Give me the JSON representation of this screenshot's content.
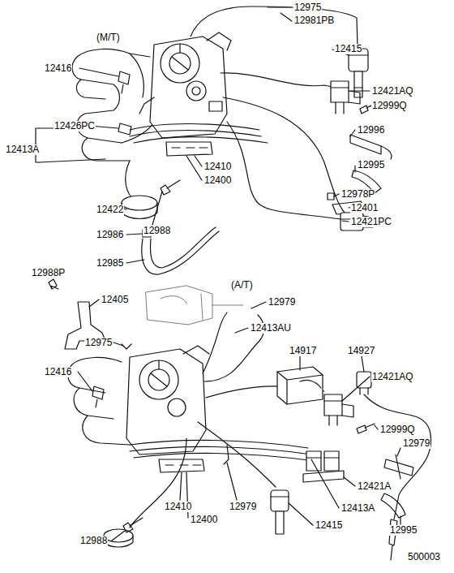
{
  "diagram": {
    "labels": [
      "12975",
      "12981PB",
      "(M/T)",
      "12415",
      "12416",
      "12421AQ",
      "12999Q",
      "12426PC",
      "12413A",
      "12996",
      "12995",
      "12410",
      "12400",
      "12978P",
      "12401",
      "12422",
      "12988",
      "12421PC",
      "12986",
      "12985",
      "12988P",
      "12405",
      "(A/T)",
      "12979",
      "14917",
      "14927",
      "12413AU",
      "12975",
      "12416",
      "12421AQ",
      "12999Q",
      "12979",
      "12421A",
      "12410",
      "12979",
      "12413A",
      "12415",
      "12995",
      "12400",
      "12988",
      "500003"
    ]
  }
}
